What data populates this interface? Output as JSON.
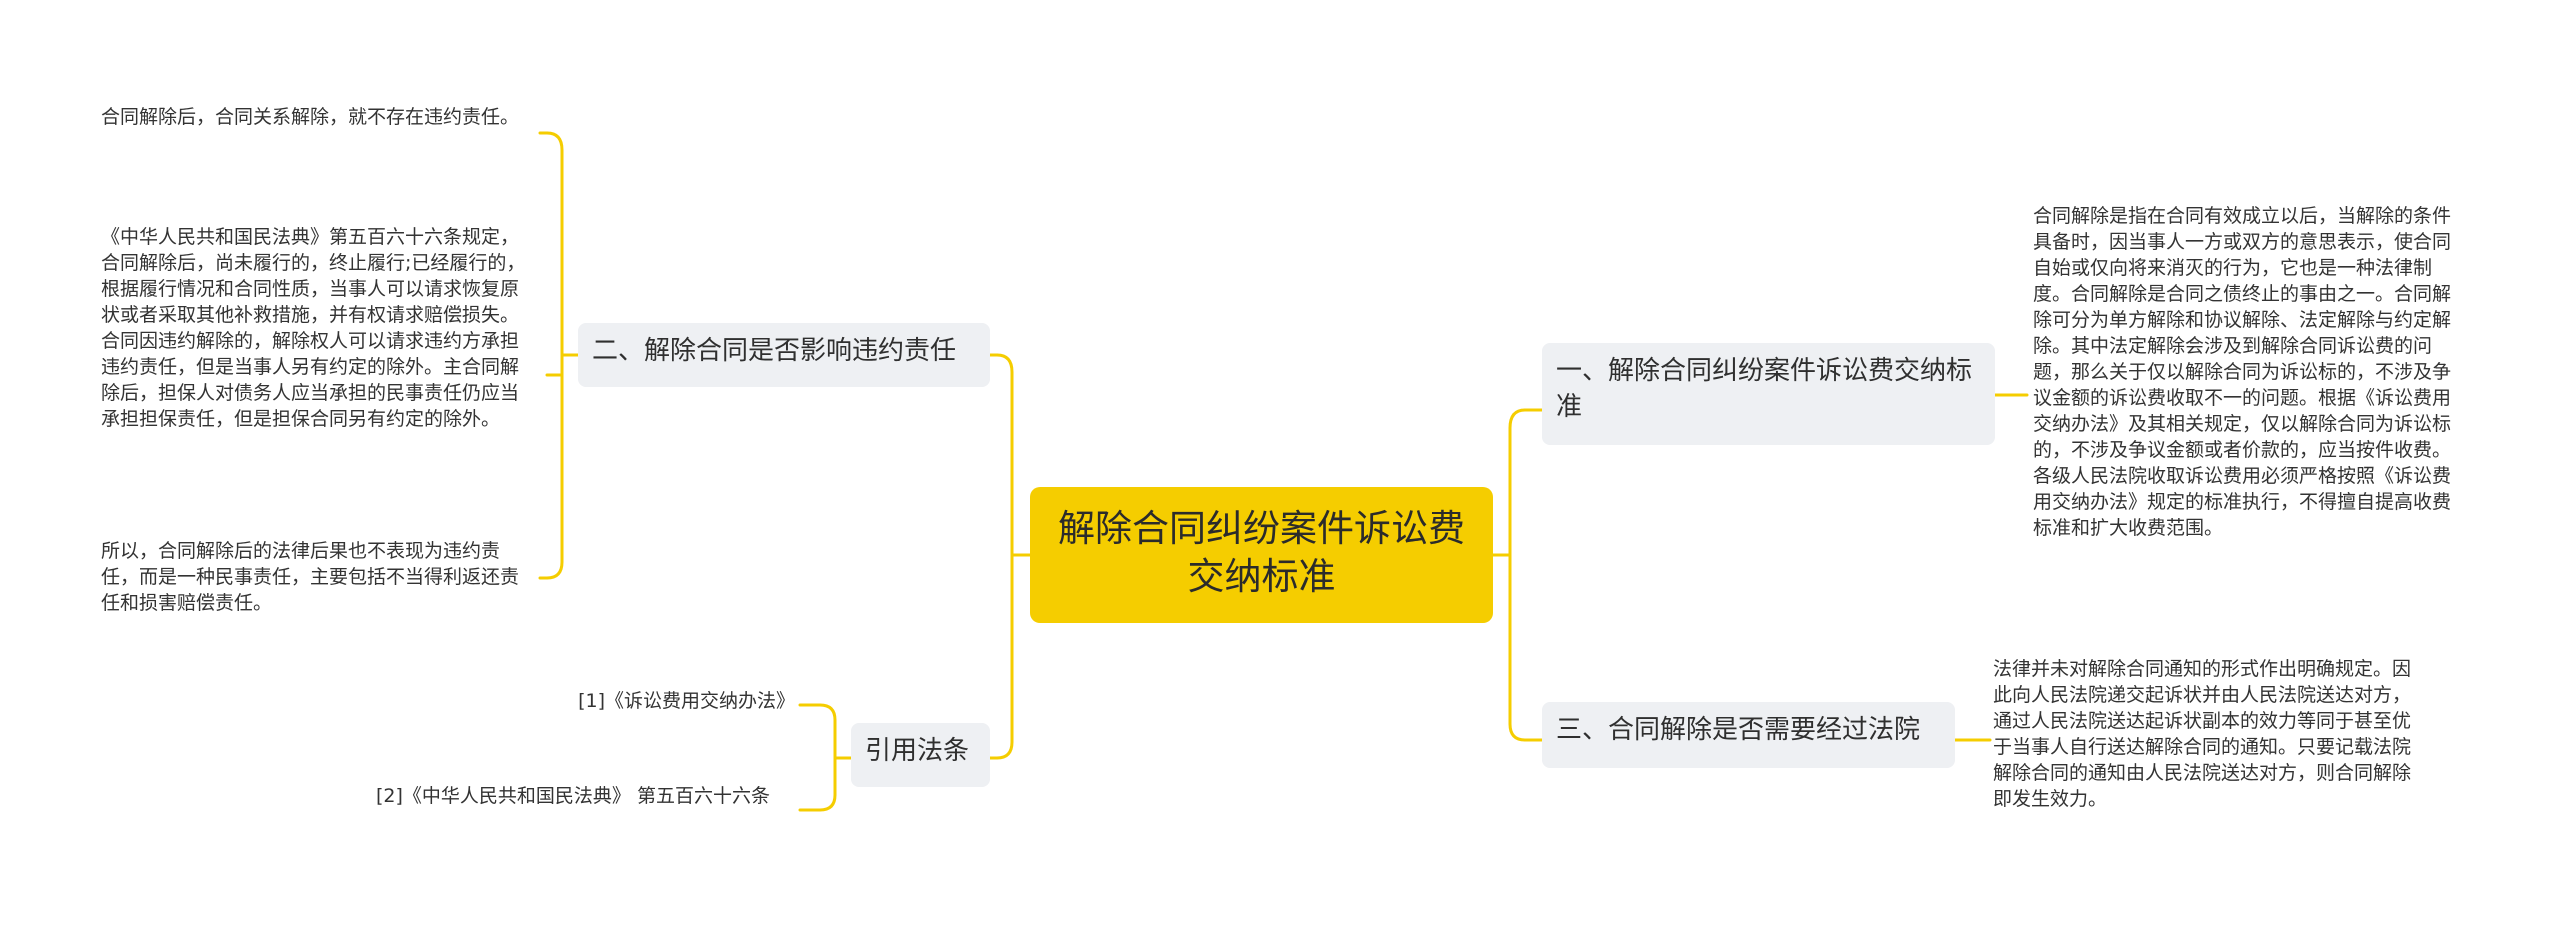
{
  "root": {
    "title": "解除合同纠纷案件诉讼费交纳标准"
  },
  "branches": {
    "right1": {
      "label": "一、解除合同纠纷案件诉讼费交纳标准",
      "leaf": "合同解除是指在合同有效成立以后，当解除的条件具备时，因当事人一方或双方的意思表示，使合同自始或仅向将来消灭的行为，它也是一种法律制度。合同解除是合同之债终止的事由之一。合同解除可分为单方解除和协议解除、法定解除与约定解除。其中法定解除会涉及到解除合同诉讼费的问题，那么关于仅以解除合同为诉讼标的，不涉及争议金额的诉讼费收取不一的问题。根据《诉讼费用交纳办法》及其相关规定，仅以解除合同为诉讼标的，不涉及争议金额或者价款的，应当按件收费。各级人民法院收取诉讼费用必须严格按照《诉讼费用交纳办法》规定的标准执行，不得擅自提高收费标准和扩大收费范围。"
    },
    "right2": {
      "label": "三、合同解除是否需要经过法院",
      "leaf": "法律并未对解除合同通知的形式作出明确规定。因此向人民法院递交起诉状并由人民法院送达对方，通过人民法院送达起诉状副本的效力等同于甚至优于当事人自行送达解除合同的通知。只要记载法院解除合同的通知由人民法院送达对方，则合同解除即发生效力。"
    },
    "left1": {
      "label": "二、解除合同是否影响违约责任",
      "leaves": [
        "合同解除后，合同关系解除，就不存在违约责任。",
        "《中华人民共和国民法典》第五百六十六条规定，合同解除后，尚未履行的，终止履行;已经履行的，根据履行情况和合同性质，当事人可以请求恢复原状或者采取其他补救措施，并有权请求赔偿损失。合同因违约解除的，解除权人可以请求违约方承担违约责任，但是当事人另有约定的除外。主合同解除后，担保人对债务人应当承担的民事责任仍应当承担担保责任，但是担保合同另有约定的除外。",
        "所以，合同解除后的法律后果也不表现为违约责任，而是一种民事责任，主要包括不当得利返还责任和损害赔偿责任。"
      ]
    },
    "left2": {
      "label": "引用法条",
      "leaves": [
        "[1]《诉讼费用交纳办法》",
        "[2]《中华人民共和国民法典》 第五百六十六条"
      ]
    }
  },
  "colors": {
    "root": "#f5cd00",
    "line": "#f5cd00",
    "branch_bg": "#eef0f3"
  }
}
